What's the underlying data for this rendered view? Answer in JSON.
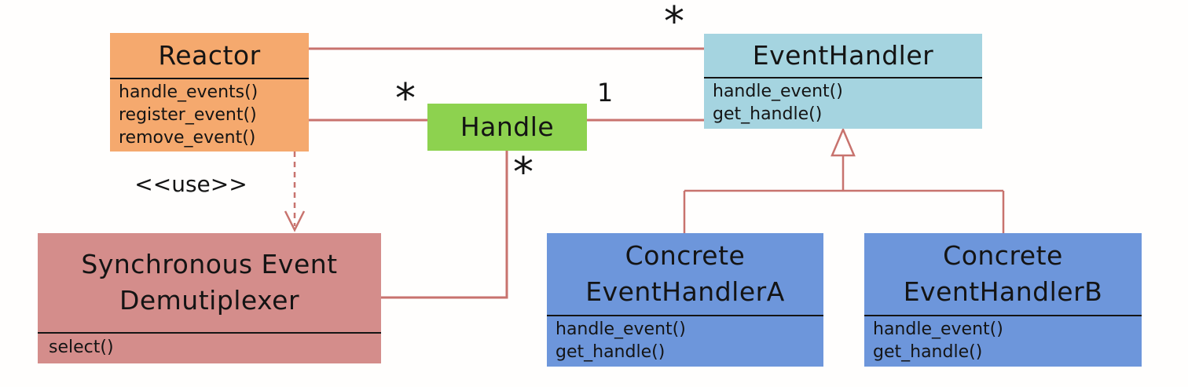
{
  "colors": {
    "reactor_fill": "#f5a96e",
    "event_handler_fill": "#a5d4e0",
    "handle_fill": "#8dd24f",
    "demux_fill": "#d48d8b",
    "concrete_fill": "#6d96db",
    "connector": "#c8736e"
  },
  "classes": {
    "reactor": {
      "name_lines": [
        "Reactor"
      ],
      "methods": [
        "handle_events()",
        "register_event()",
        "remove_event()"
      ]
    },
    "event_handler": {
      "name_lines": [
        "EventHandler"
      ],
      "methods": [
        "handle_event()",
        "get_handle()"
      ]
    },
    "handle": {
      "name_lines": [
        "Handle"
      ],
      "methods": []
    },
    "sync_demux": {
      "name_lines": [
        "Synchronous Event",
        "Demutiplexer"
      ],
      "methods": [
        "select()"
      ]
    },
    "concrete_a": {
      "name_lines": [
        "Concrete",
        "EventHandlerA"
      ],
      "methods": [
        "handle_event()",
        "get_handle()"
      ]
    },
    "concrete_b": {
      "name_lines": [
        "Concrete",
        "EventHandlerB"
      ],
      "methods": [
        "handle_event()",
        "get_handle()"
      ]
    }
  },
  "relationships": {
    "use_label": "<<use>>",
    "mult_eventhandler_end": "*",
    "mult_handle_left": "*",
    "mult_handle_right": "1",
    "mult_handle_bottom": "*"
  }
}
